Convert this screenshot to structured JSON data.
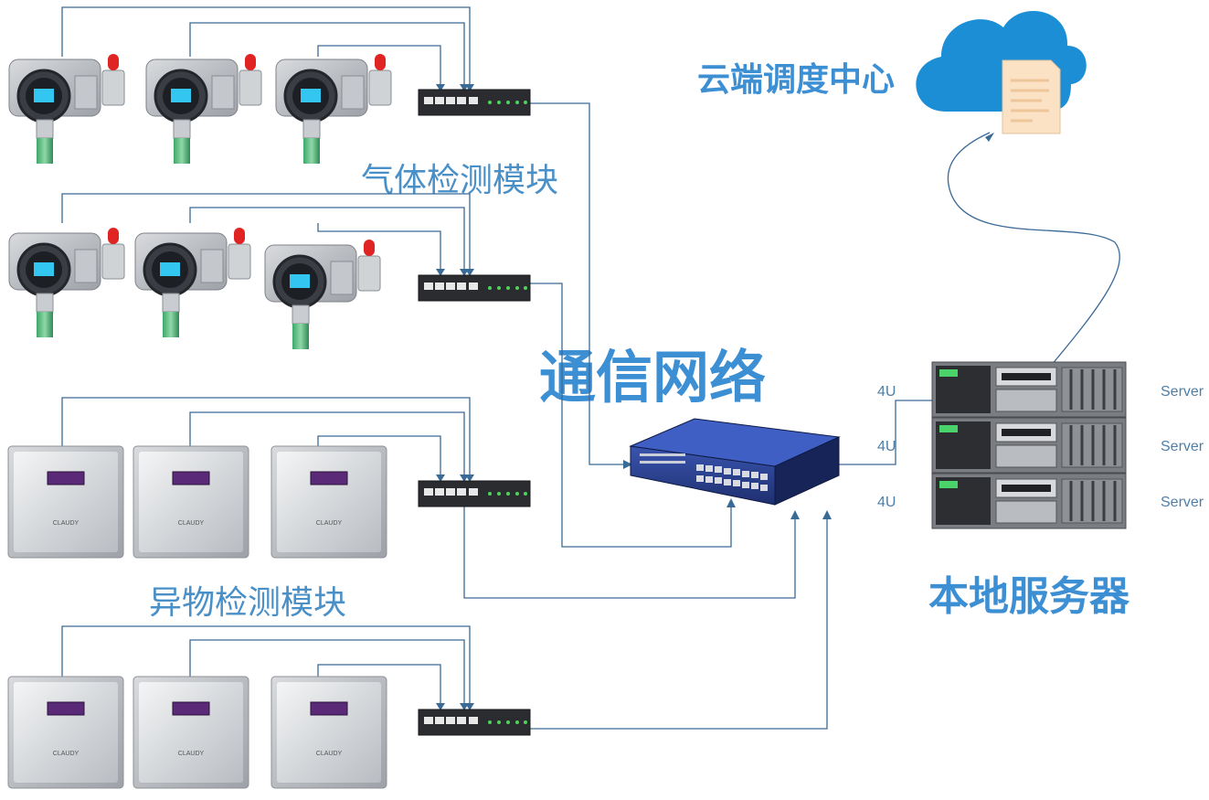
{
  "labels": {
    "cloud_title": "云端调度中心",
    "network_title": "通信网络",
    "server_title": "本地服务器",
    "gas_module": "气体检测模块",
    "foreign_module": "异物检测模块"
  },
  "detector_brand": "CLAUDY",
  "servers": [
    {
      "size": "4U",
      "name": "Server"
    },
    {
      "size": "4U",
      "name": "Server"
    },
    {
      "size": "4U",
      "name": "Server"
    }
  ],
  "colors": {
    "wire": "#3a6a96",
    "title": "#3d8fd4",
    "cloud": "#1b8ed6",
    "switch_body": "#2a3f8a"
  }
}
